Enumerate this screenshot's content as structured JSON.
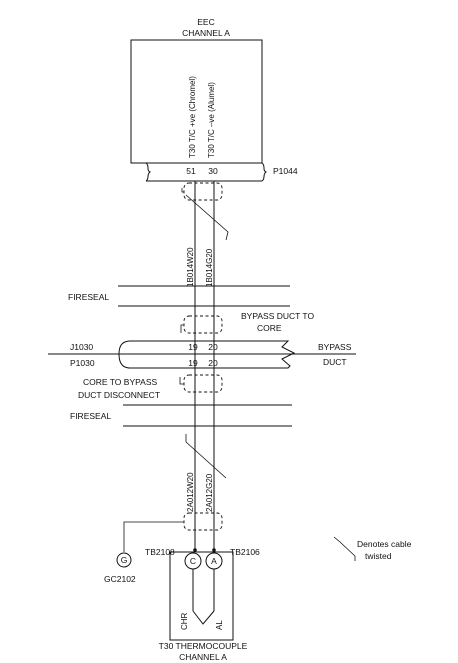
{
  "eec": {
    "title_line1": "EEC",
    "title_line2": "CHANNEL A",
    "signal_pos": "T30 T/C  +ve (Chromel)",
    "signal_neg": "T30 T/C  –ve (Alumel)",
    "pin_pos": "51",
    "pin_neg": "30",
    "connector": "P1044"
  },
  "upper_wires": {
    "pos": "1B014W20",
    "neg": "1B014G20"
  },
  "lower_wires": {
    "pos": "2A012W20",
    "neg": "2A012G20"
  },
  "firewall_upper": "FIRESEAL",
  "firewall_lower": "FIRESEAL",
  "bypass_core_note_line1": "BYPASS DUCT TO",
  "bypass_core_note_line2": "CORE",
  "disconnect": {
    "j": "J1030",
    "p": "P1030",
    "j_pins": [
      "19",
      "20"
    ],
    "p_pins": [
      "19",
      "20"
    ],
    "duct_line1": "BYPASS",
    "duct_line2": "DUCT"
  },
  "core_note_line1": "CORE TO BYPASS",
  "core_note_line2": "DUCT DISCONNECT",
  "terminals": {
    "chr_block": "TB2108",
    "al_block": "TB2106",
    "chr_letter": "C",
    "al_letter": "A",
    "ground_letter": "G",
    "ground_id": "GC2102"
  },
  "thermocouple": {
    "chr": "CHR",
    "al": "AL",
    "title_line1": "T30 THERMOCOUPLE",
    "title_line2": "CHANNEL A"
  },
  "legend": {
    "line1": "Denotes cable",
    "line2": "twisted"
  }
}
